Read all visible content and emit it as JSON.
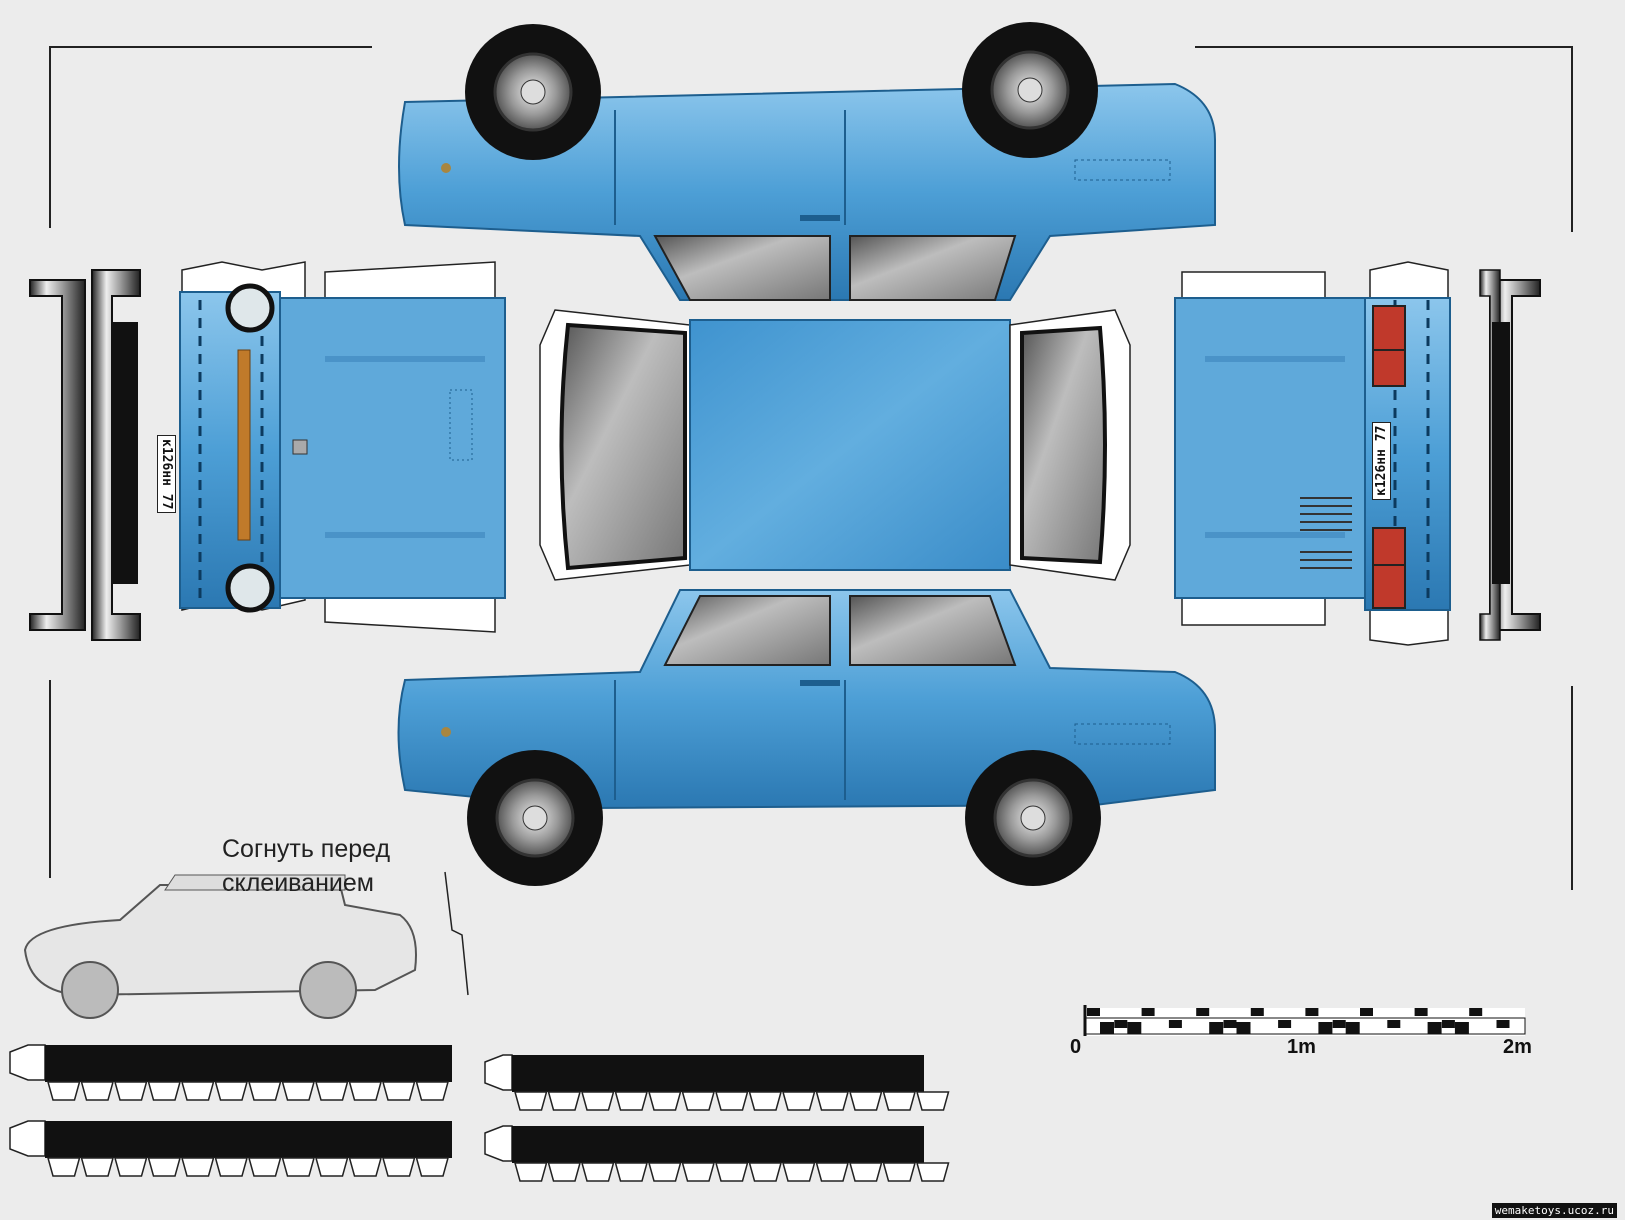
{
  "template": {
    "fold_note": [
      "Согнуть перед",
      "склеиванием"
    ],
    "plate_number": "к126нн",
    "plate_region": "77",
    "scale": {
      "labels": [
        "0",
        "1m",
        "2m"
      ]
    },
    "watermark": "wemaketoys.ucoz.ru"
  },
  "colors": {
    "body": "#4d9fd6",
    "body_dark": "#2b78b2",
    "body_light": "#8cc6ec",
    "glass": "#8a8a8a",
    "tire": "#111111",
    "background": "#ececec"
  },
  "icons": [
    "wheel-icon",
    "headlight-icon",
    "taillight-icon",
    "bumper-icon",
    "grille-icon"
  ]
}
